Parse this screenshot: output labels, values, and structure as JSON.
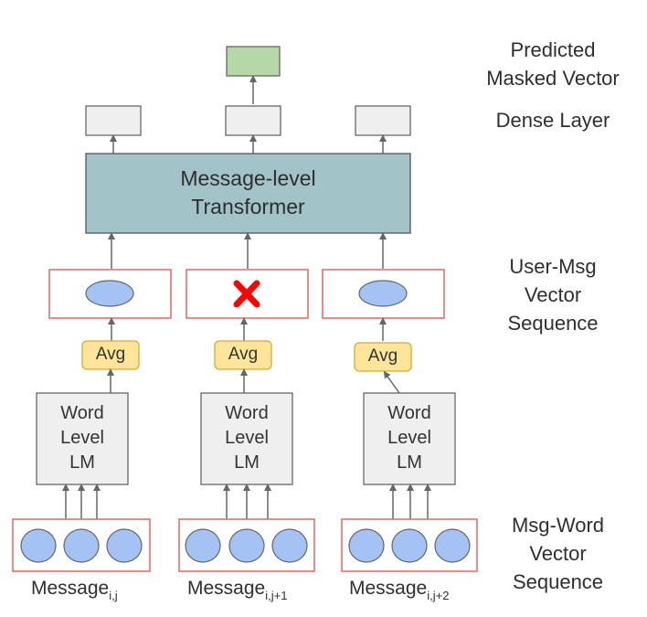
{
  "labels": {
    "predicted_masked_vector": [
      "Predicted",
      "Masked Vector"
    ],
    "dense_layer": "Dense Layer",
    "user_msg_vector_sequence": [
      "User-Msg",
      "Vector",
      "Sequence"
    ],
    "msg_word_vector_sequence": [
      "Msg-Word",
      "Vector",
      "Sequence"
    ]
  },
  "transformer": [
    "Message-level",
    "Transformer"
  ],
  "avg_label": "Avg",
  "word_lm": [
    "Word",
    "Level",
    "LM"
  ],
  "messages": [
    {
      "base": "Message",
      "sub": "i,j"
    },
    {
      "base": "Message",
      "sub": "i,j+1"
    },
    {
      "base": "Message",
      "sub": "i,j+2"
    }
  ],
  "masked_symbol": "✖",
  "colors": {
    "predicted_fill": "#b6d7a8",
    "transformer_fill": "#a2c4c9",
    "avg_fill": "#ffe599",
    "avg_border": "#d6a83a",
    "ellipse_fill": "#a4c2f4",
    "red_border": "#e06666",
    "dense_fill": "#efefef",
    "mask_red": "#ff0000"
  }
}
